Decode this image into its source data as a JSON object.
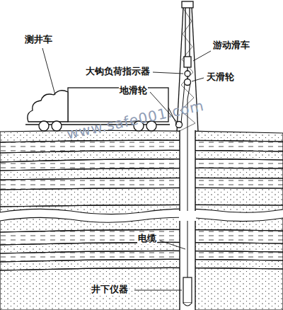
{
  "diagram": {
    "labels": [
      "游动滑车",
      "大钩负荷指示器",
      "天滑轮",
      "地滑轮",
      "测井车",
      "电缆",
      "井下仪器",
      "www.safe001.com"
    ]
  }
}
